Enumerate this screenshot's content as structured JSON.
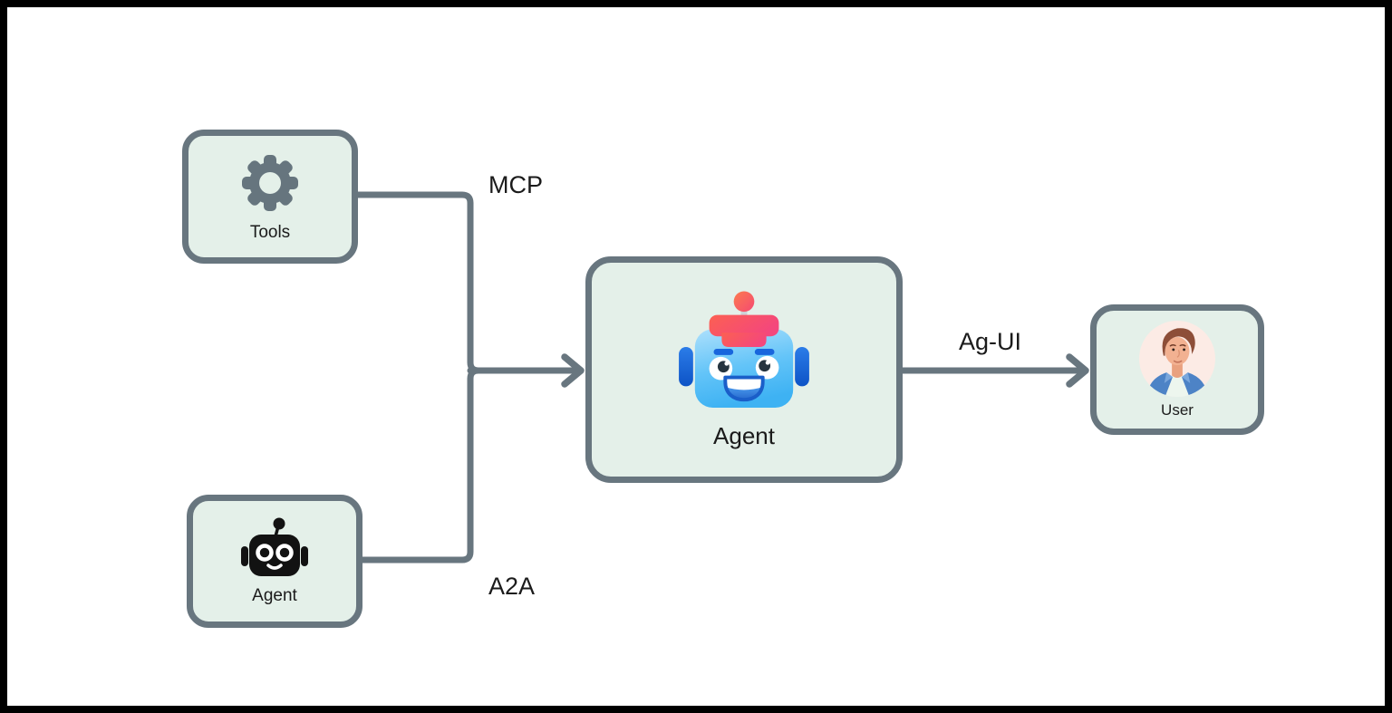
{
  "diagram": {
    "nodes": {
      "tools": {
        "label": "Tools",
        "icon": "gear-icon"
      },
      "agent_small": {
        "label": "Agent",
        "icon": "robot-icon"
      },
      "agent_main": {
        "label": "Agent",
        "icon": "robot-color-icon"
      },
      "user": {
        "label": "User",
        "icon": "user-avatar"
      }
    },
    "edges": {
      "mcp": {
        "label": "MCP",
        "from": "Tools",
        "to": "Agent"
      },
      "a2a": {
        "label": "A2A",
        "from": "Agent",
        "to": "Agent"
      },
      "agui": {
        "label": "Ag-UI",
        "from": "Agent",
        "to": "User"
      }
    },
    "colors": {
      "canvas": "#ffffff",
      "frame_border": "#000000",
      "node_fill": "#e4f0e9",
      "node_border": "#68767f",
      "connector": "#68767f",
      "text": "#1b1b1b",
      "gear": "#66757e",
      "robot_black": "#121212",
      "robot_blue_light": "#ade0fc",
      "robot_blue": "#3eb2f3",
      "robot_cap_red": "#fc5f55",
      "robot_cap_pink": "#f4477c",
      "robot_ear_blue": "#0d53c6",
      "avatar_bg": "#fcebe5",
      "avatar_hair": "#8d4e38",
      "avatar_skin": "#f2b191",
      "avatar_jacket": "#4d83c6",
      "avatar_shirt": "#edf6ee"
    }
  }
}
